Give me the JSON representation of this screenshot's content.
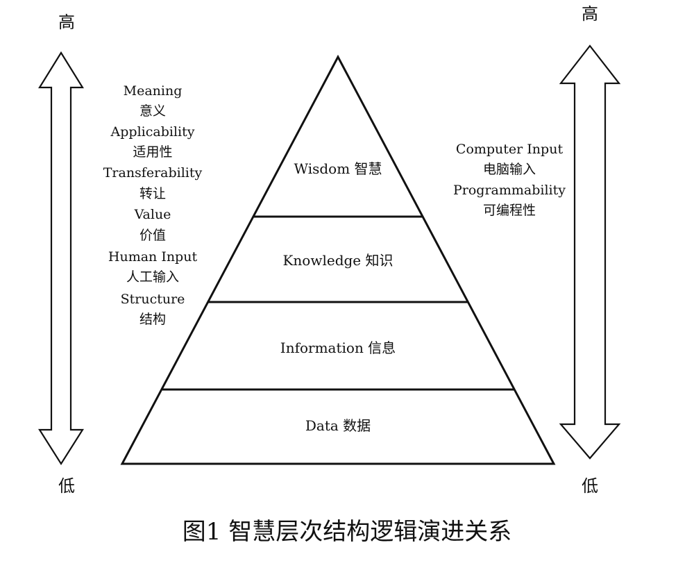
{
  "caption": "图1 智慧层次结构逻辑演进关系",
  "left_scale": {
    "top_label": "高",
    "bottom_label": "低"
  },
  "right_scale": {
    "top_label": "高",
    "bottom_label": "低"
  },
  "left_attributes": [
    "Meaning",
    "意义",
    "Applicability",
    "适用性",
    "Transferability",
    "转让",
    "Value",
    "价值",
    "Human Input",
    "人工输入",
    "Structure",
    "结构"
  ],
  "right_attributes": [
    "Computer Input",
    "电脑输入",
    "Programmability",
    "可编程性"
  ],
  "pyramid_levels": [
    {
      "label": "Wisdom 智慧"
    },
    {
      "label": "Knowledge 知识"
    },
    {
      "label": "Information 信息"
    },
    {
      "label": "Data 数据"
    }
  ],
  "colors": {
    "stroke": "#111111",
    "background": "#ffffff"
  }
}
